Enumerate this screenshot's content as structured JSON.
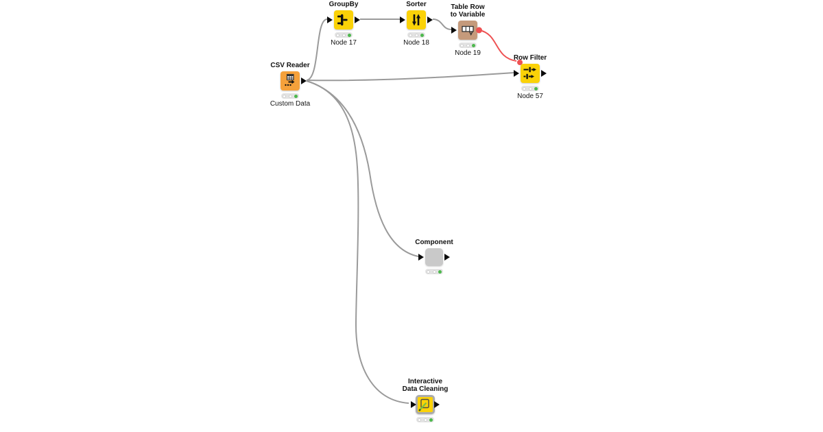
{
  "canvas": {
    "background": "#ffffff"
  },
  "colors": {
    "node_yellow": "#fbd208",
    "node_orange": "#f5a13b",
    "node_tan": "#c59a7b",
    "component_gray": "#c9c9c9",
    "wire_gray": "#9a9a9a",
    "flow_variable_red": "#ee5253",
    "status_green": "#4db84d"
  },
  "nodes": [
    {
      "id": "csv-reader",
      "label1": "CSV Reader",
      "sublabel": "Custom Data",
      "icon": "csv-reader-icon",
      "status": "executed"
    },
    {
      "id": "groupby",
      "label1": "GroupBy",
      "sublabel": "Node 17",
      "icon": "groupby-icon",
      "status": "executed"
    },
    {
      "id": "sorter",
      "label1": "Sorter",
      "sublabel": "Node 18",
      "icon": "sorter-icon",
      "status": "executed"
    },
    {
      "id": "table-row-to-variable",
      "label1": "Table Row",
      "label2": "to Variable",
      "sublabel": "Node 19",
      "icon": "table-row-to-variable-icon",
      "status": "executed"
    },
    {
      "id": "row-filter",
      "label1": "Row Filter",
      "sublabel": "Node 57",
      "icon": "row-filter-icon",
      "status": "executed"
    },
    {
      "id": "component",
      "label1": "Component",
      "sublabel": "",
      "icon": "component-icon",
      "status": "executed"
    },
    {
      "id": "interactive-data-cleaning",
      "label1": "Interactive",
      "label2": "Data Cleaning",
      "sublabel": "",
      "icon": "data-cleaning-icon",
      "status": "executed"
    }
  ],
  "connections": [
    {
      "from": "csv-reader",
      "to": "groupby",
      "type": "data"
    },
    {
      "from": "groupby",
      "to": "sorter",
      "type": "data"
    },
    {
      "from": "sorter",
      "to": "table-row-to-variable",
      "type": "data"
    },
    {
      "from": "table-row-to-variable",
      "to": "row-filter",
      "type": "flow-variable"
    },
    {
      "from": "csv-reader",
      "to": "row-filter",
      "type": "data"
    },
    {
      "from": "csv-reader",
      "to": "component",
      "type": "data"
    },
    {
      "from": "csv-reader",
      "to": "interactive-data-cleaning",
      "type": "data"
    }
  ]
}
